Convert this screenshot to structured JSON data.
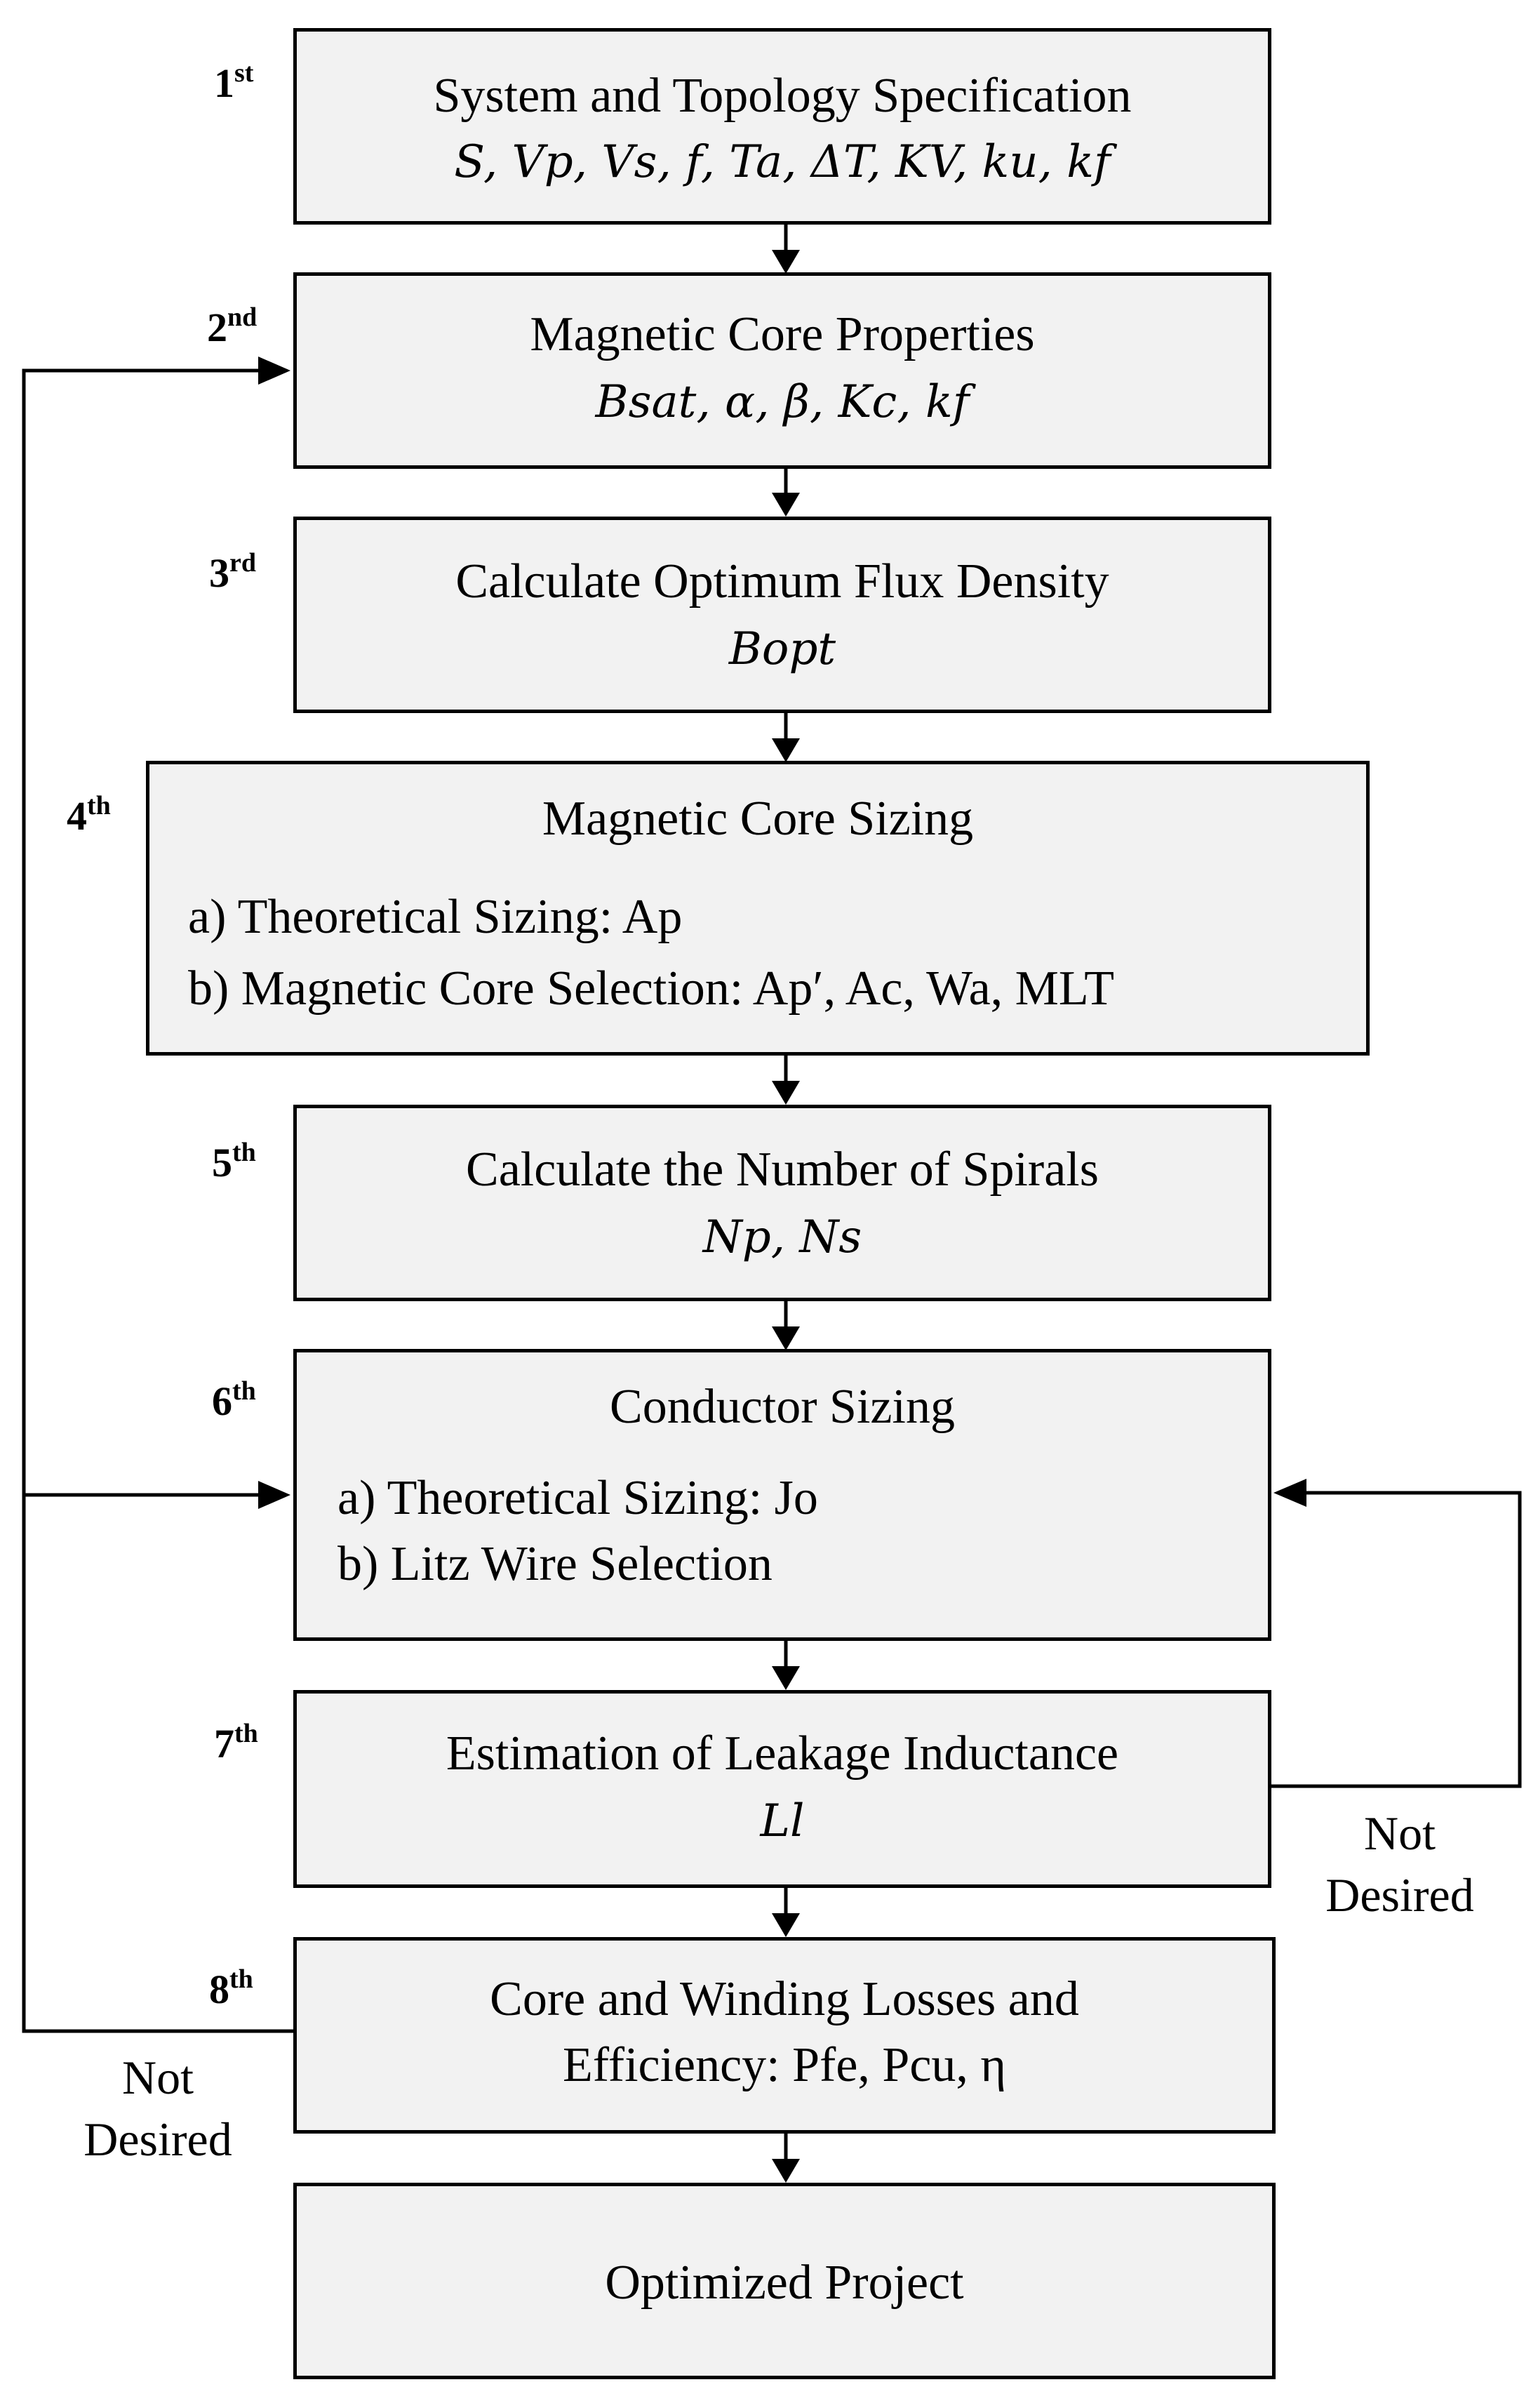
{
  "steps": [
    {
      "num": "1",
      "suffix": "st",
      "title": "System and Topology Specification",
      "params": "S, Vp, Vs, f, Ta, ΔT, KV, ku, kf"
    },
    {
      "num": "2",
      "suffix": "nd",
      "title": "Magnetic Core Properties",
      "params": "Bsat, α, β, Kc, kf"
    },
    {
      "num": "3",
      "suffix": "rd",
      "title": "Calculate Optimum Flux Density",
      "params": "Bopt"
    },
    {
      "num": "4",
      "suffix": "th",
      "title": "Magnetic Core Sizing",
      "line_a": "a) Theoretical Sizing: Ap",
      "line_b": "b) Magnetic Core Selection: Ap′, Ac, Wa, MLT"
    },
    {
      "num": "5",
      "suffix": "th",
      "title": "Calculate the Number of Spirals",
      "params": "Np, Ns"
    },
    {
      "num": "6",
      "suffix": "th",
      "title": "Conductor Sizing",
      "line_a": "a) Theoretical Sizing: Jo",
      "line_b": "b) Litz Wire Selection"
    },
    {
      "num": "7",
      "suffix": "th",
      "title": "Estimation of Leakage Inductance",
      "params": "Ll"
    },
    {
      "num": "8",
      "suffix": "th",
      "title": "Core and Winding Losses and",
      "line2": "Efficiency: Pfe, Pcu, η"
    },
    {
      "title": "Optimized Project"
    }
  ],
  "loops": {
    "right_label": "Not\nDesired",
    "left_label": "Not\nDesired"
  }
}
